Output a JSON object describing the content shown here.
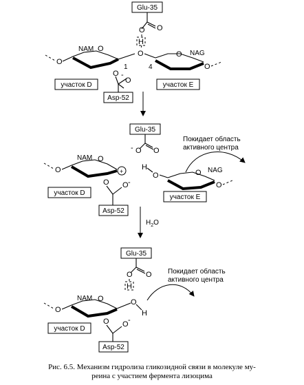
{
  "step1": {
    "glu": "Glu-35",
    "asp": "Asp-52",
    "nam": "NAM",
    "nag": "NAG",
    "site_d": "участок D",
    "site_e": "участок E",
    "c1": "1",
    "c4": "4",
    "h": "H",
    "o": "O",
    "o_minus": "-"
  },
  "step2": {
    "glu": "Glu-35",
    "asp": "Asp-52",
    "nam": "NAM",
    "nag": "NAG",
    "site_d": "участок D",
    "site_e": "участок E",
    "h": "H",
    "o": "O",
    "plus": "+",
    "minus": "-",
    "leaves_line1": "Покидает область",
    "leaves_line2": "активного центра"
  },
  "water": {
    "h": "H",
    "sub": "2",
    "o": "O"
  },
  "step3": {
    "glu": "Glu-35",
    "asp": "Asp-52",
    "nam": "NAM",
    "site_d": "участок D",
    "h": "H",
    "o": "O",
    "minus": "-",
    "leaves_line1": "Покидает область",
    "leaves_line2": "активного центра"
  },
  "caption": {
    "line1": "Рис. 6.5. Механизм гидролиза гликозидной связи в молекуле му-",
    "line2": "реина с участием фермента лизоцима"
  }
}
